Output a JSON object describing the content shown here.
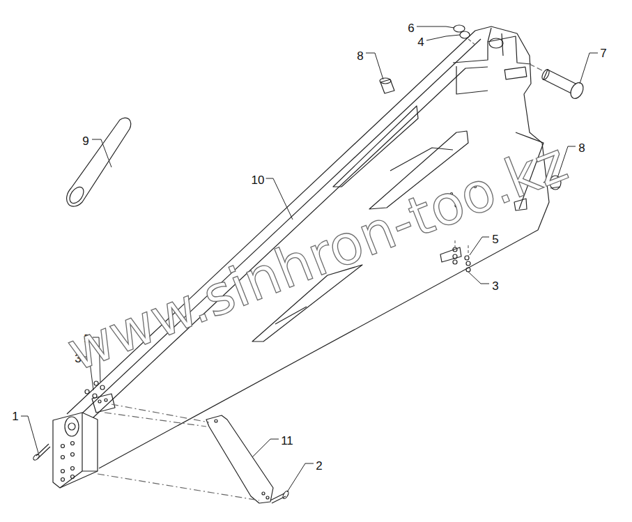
{
  "diagram": {
    "labels": [
      "6",
      "4",
      "8",
      "7",
      "9",
      "10",
      "8",
      "5",
      "3",
      "5",
      "3",
      "1",
      "11",
      "2",
      "www.sinhron-too.kz"
    ]
  }
}
